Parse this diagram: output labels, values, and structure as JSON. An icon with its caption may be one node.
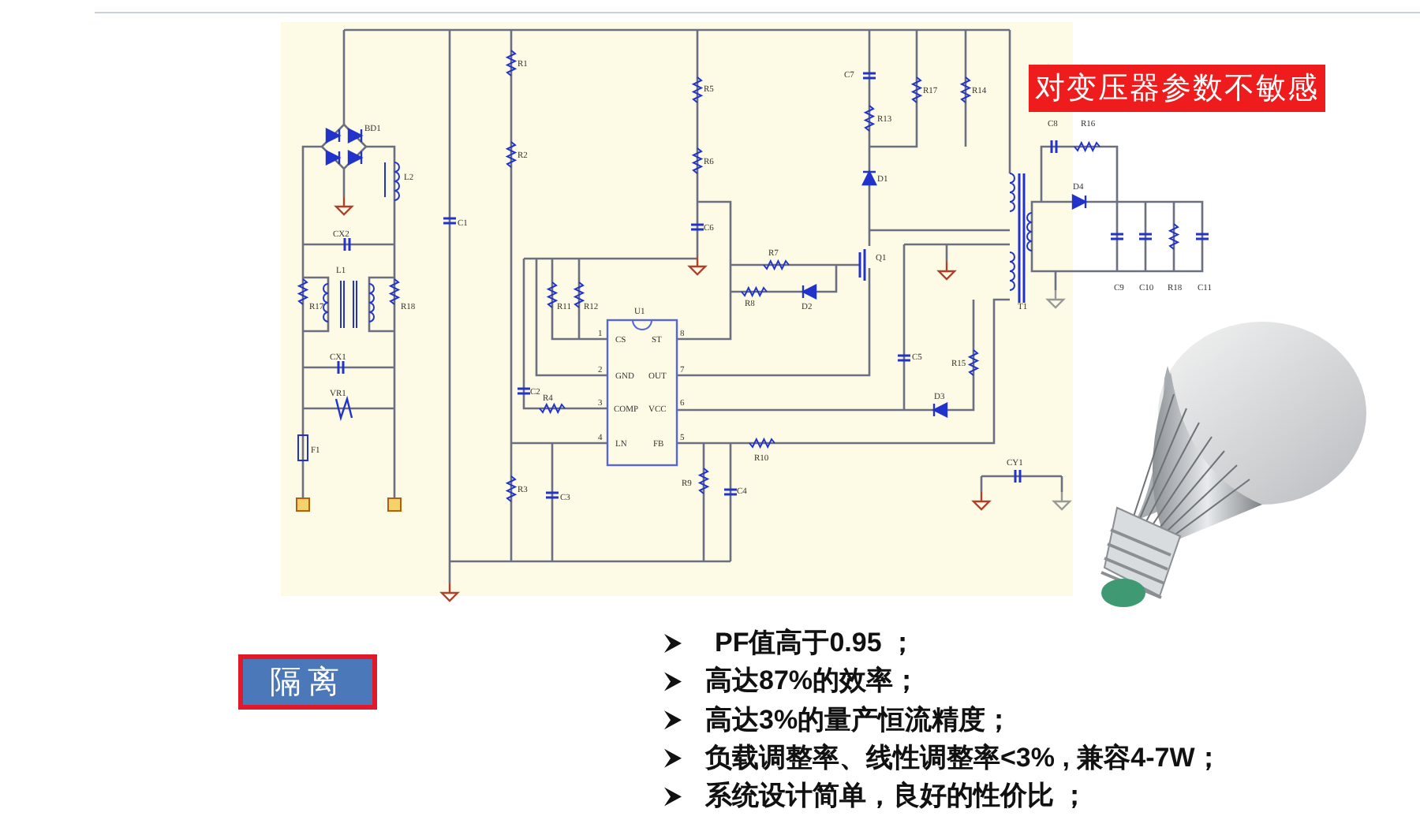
{
  "diagram": {
    "nodes": [
      {
        "text": [
          "对变压器参数不敏感"
        ]
      },
      {
        "text": [
          "隔离"
        ]
      }
    ],
    "labels": [
      "BD1",
      "L2",
      "CX2",
      "L1",
      "R17",
      "R18",
      "CX1",
      "VR1",
      "F1",
      "C1",
      "R1",
      "R2",
      "R5",
      "R6",
      "C6",
      "R11",
      "R12",
      "U1",
      "C2",
      "R4",
      "R3",
      "C3",
      "C7",
      "R13",
      "R17",
      "R14",
      "D1",
      "R7",
      "Q1",
      "R8",
      "D2",
      "T1",
      "C5",
      "R15",
      "D3",
      "R10",
      "R9",
      "C4",
      "CY1",
      "C8",
      "R16",
      "D4",
      "C9",
      "C10",
      "R18",
      "C11",
      "CS",
      "GND",
      "COMP",
      "LN",
      "ST",
      "OUT",
      "VCC",
      "FB",
      "1",
      "2",
      "3",
      "4",
      "8",
      "7",
      "6",
      "5",
      "PF值高于0.95 ；",
      "高达87%的效率；",
      "高达3%的量产恒流精度；",
      "负载调整率、线性调整率<3% , 兼容4-7W；",
      "系统设计简单，良好的性价比 ；"
    ]
  }
}
